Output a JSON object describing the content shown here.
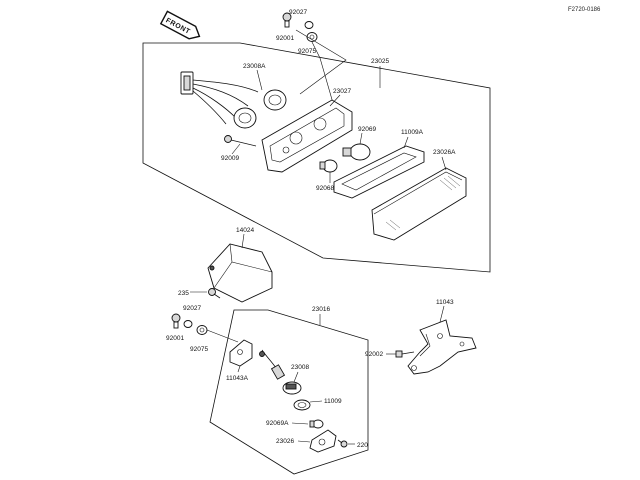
{
  "diagram": {
    "drawing_code": "F2720-0186",
    "front_badge": "FRONT",
    "callouts": {
      "c92027_top": "92027",
      "c92001_top": "92001",
      "c92075_top": "92075",
      "c23025": "23025",
      "c23008A": "23008A",
      "c23027": "23027",
      "c92069": "92069",
      "c11009A": "11009A",
      "c92009": "92009",
      "c23026A": "23026A",
      "c92068": "92068",
      "c14024": "14024",
      "c235": "235",
      "c92027_bot": "92027",
      "c92001_bot": "92001",
      "c92075_bot": "92075",
      "c23016": "23016",
      "c11043": "11043",
      "c92002": "92002",
      "c11043A": "11043A",
      "c23008": "23008",
      "c11009": "11009",
      "c92069A": "92069A",
      "c23026": "23026",
      "c220": "220"
    }
  }
}
